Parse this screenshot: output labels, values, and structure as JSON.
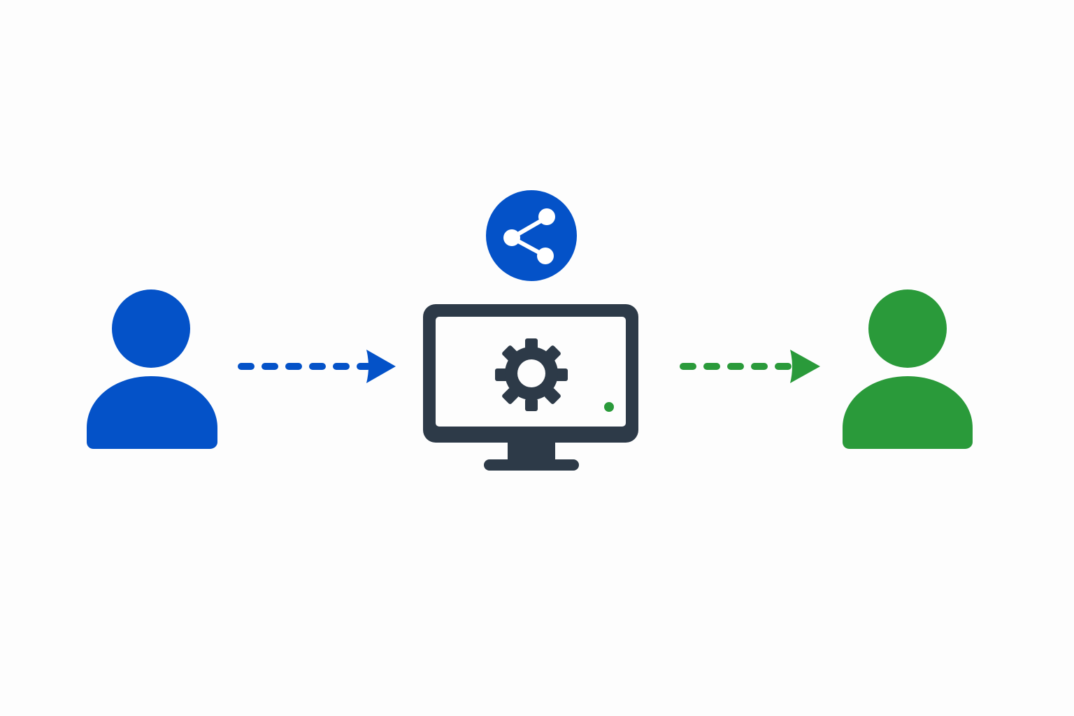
{
  "diagram": {
    "nodes": [
      {
        "id": "sender",
        "icon": "user-icon",
        "color": "#0452c8"
      },
      {
        "id": "computer",
        "icon": "monitor-icon",
        "color": "#2d3a48",
        "inner_icon": "gear-icon",
        "status_color": "#2a9a3a"
      },
      {
        "id": "recipient",
        "icon": "user-icon",
        "color": "#2a9a3a"
      }
    ],
    "badge": {
      "icon": "share-icon",
      "color": "#0452c8"
    },
    "edges": [
      {
        "from": "sender",
        "to": "computer",
        "style": "dashed",
        "color": "#0452c8"
      },
      {
        "from": "computer",
        "to": "recipient",
        "style": "dashed",
        "color": "#2a9a3a"
      }
    ],
    "background": "#fdfdfd"
  }
}
